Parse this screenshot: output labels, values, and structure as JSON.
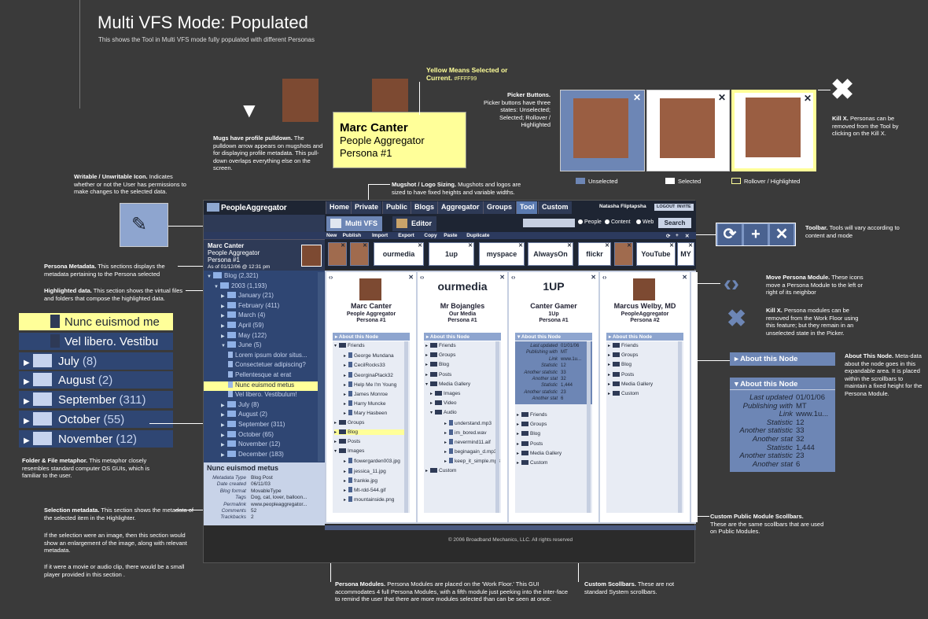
{
  "page": {
    "title": "Multi VFS Mode: Populated",
    "subtitle": "This shows the Tool in Multi VFS mode fully populated with different Personas"
  },
  "notes": {
    "yellow_means": "Yellow Means Selected or Current.",
    "yellow_hex": "#FFFF99",
    "picker_buttons_t": "Picker Buttons.",
    "picker_buttons": "Picker buttons have three states: Unselected; Selected; Rollover / Highlighted",
    "kill_x_t": "Kill X.",
    "kill_x": "Personas can be removed from the Tool by clicking on the Kill X.",
    "mugs_t": "Mugs have profile pulldown.",
    "mugs": "The pulldown arrow appears on mugshots and for displaying profile metadata. This pull-down overlaps everything else on the screen.",
    "writable_t": "Writable / Unwritable Icon.",
    "writable": "Indicates whether or not the User has permissions to make changes to the selected data.",
    "mugshot_sizing_t": "Mugshot / Logo Sizing.",
    "mugshot_sizing": "Mugshots and logos are sized to have fixed heights and variable widths.",
    "toolbar_t": "Toolbar.",
    "toolbar": "Tools will vary according to content and mode",
    "persona_meta_t": "Persona Metadata.",
    "persona_meta": "This sections displays the metadata pertaining to the Persona selected",
    "highlighted_t": "Highlighted data.",
    "highlighted": "This section shows the virtual files and folders that compose the highlighted data.",
    "move_t": "Move Persona Module.",
    "move": "These icons move a Persona Module to the left or right of its neighbor",
    "killx2_t": "Kill X.",
    "killx2": "Persona modules can be removed from the Work Floor using this feature; but they remain in an unselected state in the Picker.",
    "about_t": "About This Node.",
    "about": "Meta-data about the node goes in this expandable area. It is placed within the scrollbars to maintain a fixed height for the Persona Module.",
    "folder_t": "Folder & File metaphor.",
    "folder": "This metaphor closely resembles standard computer OS GUIs, which is familiar to the user.",
    "selection_t": "Selection metadata.",
    "selection": "This section shows the metadata of the selected item in the Highlighter.",
    "selection2": "If the selection were an image, then this section would show an enlargement of the image, along with relevant metadata.",
    "selection3": "If it were a movie or audio clip, there would be a small player provided in this section .",
    "custom_pub_t": "Custom Public Module Scollbars.",
    "custom_pub": "These are the same scollbars that are used on Public Modules.",
    "persona_modules_t": "Persona Modules.",
    "persona_modules": "Persona Modules are placed on the 'Work Floor.' This GUI accommodates 4 full Persona Modules, with a fifth module just peeking into the inter-face to remind the user that there are more modules selected than can be seen at once.",
    "custom_scroll_t": "Custom Scollbars.",
    "custom_scroll": "These are not standard System scrollbars."
  },
  "yellowcard": {
    "name": "Marc Canter",
    "line1": "People Aggregator",
    "line2": "Persona #1"
  },
  "picker_states": {
    "unselected": "Unselected",
    "selected": "Selected",
    "rollover": "Rollover / Highlighted"
  },
  "about_node": {
    "header": "About this Node",
    "rows": [
      {
        "k": "Last updated",
        "v": "01/01/06"
      },
      {
        "k": "Publishing with",
        "v": "MT"
      },
      {
        "k": "Link",
        "v": "www.1u..."
      },
      {
        "k": "Statistic",
        "v": "12"
      },
      {
        "k": "Another statistic",
        "v": "33"
      },
      {
        "k": "Another stat",
        "v": "32"
      },
      {
        "k": "Statistic",
        "v": "1,444"
      },
      {
        "k": "Another statistic",
        "v": "23"
      },
      {
        "k": "Another stat",
        "v": "6"
      }
    ]
  },
  "app": {
    "logo": "PeopleAggregator",
    "nav": [
      "Home",
      "Private",
      "Public",
      "Blogs",
      "Aggregator",
      "Groups",
      "Tool",
      "Custom"
    ],
    "user": "Natasha Fliptapsha",
    "logout": "LOGOUT",
    "invite": "INVITE",
    "mode_tabs": [
      "Multi VFS",
      "Editor"
    ],
    "radios": [
      "People",
      "Content",
      "Web"
    ],
    "search_btn": "Search",
    "tools": [
      "New",
      "Publish",
      "Import",
      "Export",
      "Copy",
      "Paste",
      "Duplicate"
    ],
    "persona": {
      "name": "Marc Canter",
      "l1": "People Aggregator",
      "l2": "Persona #1",
      "date": "As of 01/12/06 @ 12:31 pm"
    },
    "picker_logos": [
      "ourmedia",
      "1up",
      "myspace",
      "AlwaysOn",
      "flickr",
      "YouTube",
      "MY"
    ],
    "tree": [
      {
        "t": "Blog",
        "c": "(2,321)",
        "lvl": 0,
        "k": "f",
        "open": true
      },
      {
        "t": "2003",
        "c": "(1,193)",
        "lvl": 1,
        "k": "f",
        "open": true
      },
      {
        "t": "January",
        "c": "(21)",
        "lvl": 2,
        "k": "f"
      },
      {
        "t": "February",
        "c": "(411)",
        "lvl": 2,
        "k": "f"
      },
      {
        "t": "March",
        "c": "(4)",
        "lvl": 2,
        "k": "f"
      },
      {
        "t": "April",
        "c": "(59)",
        "lvl": 2,
        "k": "f"
      },
      {
        "t": "May",
        "c": "(122)",
        "lvl": 2,
        "k": "f"
      },
      {
        "t": "June",
        "c": "(5)",
        "lvl": 2,
        "k": "f",
        "open": true
      },
      {
        "t": "Lorem ipsum dolor situs...",
        "c": "",
        "lvl": 3,
        "k": "d"
      },
      {
        "t": "Consectetuer adipiscing?",
        "c": "",
        "lvl": 3,
        "k": "d"
      },
      {
        "t": "Pellentesque at erat",
        "c": "",
        "lvl": 3,
        "k": "d"
      },
      {
        "t": "Nunc euismod metus",
        "c": "",
        "lvl": 3,
        "k": "d",
        "sel": true
      },
      {
        "t": "Vel libero. Vestibulum!",
        "c": "",
        "lvl": 3,
        "k": "d"
      },
      {
        "t": "July",
        "c": "(8)",
        "lvl": 2,
        "k": "f"
      },
      {
        "t": "August",
        "c": "(2)",
        "lvl": 2,
        "k": "f"
      },
      {
        "t": "September",
        "c": "(311)",
        "lvl": 2,
        "k": "f"
      },
      {
        "t": "October",
        "c": "(65)",
        "lvl": 2,
        "k": "f"
      },
      {
        "t": "November",
        "c": "(12)",
        "lvl": 2,
        "k": "f"
      },
      {
        "t": "December",
        "c": "(183)",
        "lvl": 2,
        "k": "f"
      }
    ],
    "selmeta": {
      "title": "Nunc euismod metus",
      "rows": [
        {
          "k": "Metadata Type",
          "v": "Blog Post"
        },
        {
          "k": "Date created",
          "v": "06/11/03"
        },
        {
          "k": "Blog format",
          "v": "MovableType"
        },
        {
          "k": "Tags",
          "v": "Dog, cat, lover, balloon..."
        },
        {
          "k": "Permalink",
          "v": "www.peopleaggregator..."
        },
        {
          "k": "Comments",
          "v": "52"
        },
        {
          "k": "Trackbacks",
          "v": "2"
        }
      ]
    },
    "modules": [
      {
        "name": "Marc Canter",
        "s1": "People Aggregator",
        "s2": "Persona #1",
        "logo": "",
        "about": "About this Node",
        "files": [
          {
            "t": "Friends",
            "k": "f",
            "o": true
          },
          {
            "t": "George Mundana",
            "k": "d"
          },
          {
            "t": "CecilRocks33",
            "k": "d"
          },
          {
            "t": "GeorginaPlack32",
            "k": "d"
          },
          {
            "t": "Help Me I'm Young",
            "k": "d"
          },
          {
            "t": "James Monroe",
            "k": "d"
          },
          {
            "t": "Harry Muncke",
            "k": "d"
          },
          {
            "t": "Mary Hasbeen",
            "k": "d"
          },
          {
            "t": "Groups",
            "k": "f"
          },
          {
            "t": "Blog",
            "k": "f",
            "hl": true
          },
          {
            "t": "Posts",
            "k": "f"
          },
          {
            "t": "Images",
            "k": "f",
            "o": true
          },
          {
            "t": "flowergarden003.jpg",
            "k": "d"
          },
          {
            "t": "jessica_11.jpg",
            "k": "d"
          },
          {
            "t": "frankie.jpg",
            "k": "d"
          },
          {
            "t": "Mt-rdd-544.gif",
            "k": "d"
          },
          {
            "t": "mountainside.png",
            "k": "d"
          }
        ]
      },
      {
        "name": "Mr Bojangles",
        "s1": "Our Media",
        "s2": "Persona #1",
        "logo": "ourmedia",
        "about": "About this Node",
        "files": [
          {
            "t": "Friends",
            "k": "f"
          },
          {
            "t": "Groups",
            "k": "f"
          },
          {
            "t": "Blog",
            "k": "f"
          },
          {
            "t": "Posts",
            "k": "f"
          },
          {
            "t": "Media Gallery",
            "k": "f",
            "o": true
          },
          {
            "t": "Images",
            "k": "f"
          },
          {
            "t": "Video",
            "k": "f"
          },
          {
            "t": "Audio",
            "k": "f",
            "o": true
          },
          {
            "t": "understand.mp3",
            "k": "d"
          },
          {
            "t": "im_bored.wav",
            "k": "d"
          },
          {
            "t": "nevermind11.aif",
            "k": "d"
          },
          {
            "t": "beginagain_d.mp3",
            "k": "d"
          },
          {
            "t": "keep_it_simple.mp3",
            "k": "d"
          },
          {
            "t": "Custom",
            "k": "f"
          }
        ]
      },
      {
        "name": "Canter Gamer",
        "s1": "1Up",
        "s2": "Persona #1",
        "logo": "1UP",
        "about": "About this Node",
        "files": [
          {
            "t": "Friends",
            "k": "f"
          },
          {
            "t": "Groups",
            "k": "f"
          },
          {
            "t": "Blog",
            "k": "f"
          },
          {
            "t": "Posts",
            "k": "f"
          },
          {
            "t": "Media Gallery",
            "k": "f"
          },
          {
            "t": "Custom",
            "k": "f"
          }
        ]
      },
      {
        "name": "Marcus Welby, MD",
        "s1": "PeopleAggregator",
        "s2": "Persona #2",
        "logo": "",
        "about": "About this Node",
        "files": [
          {
            "t": "Friends",
            "k": "f"
          },
          {
            "t": "Groups",
            "k": "f"
          },
          {
            "t": "Blog",
            "k": "f"
          },
          {
            "t": "Posts",
            "k": "f"
          },
          {
            "t": "Media Gallery",
            "k": "f"
          },
          {
            "t": "Custom",
            "k": "f"
          }
        ]
      }
    ],
    "copyright": "© 2006 Broadband Mechanics, LLC. All rights reserved"
  },
  "zoom": {
    "rows": [
      {
        "t": "Nunc euismod me",
        "k": "d",
        "sel": true
      },
      {
        "t": "Vel libero. Vestibu",
        "k": "d"
      },
      {
        "t": "July",
        "c": "(8)",
        "k": "f"
      },
      {
        "t": "August",
        "c": "(2)",
        "k": "f"
      },
      {
        "t": "September",
        "c": "(311)",
        "k": "f"
      },
      {
        "t": "October",
        "c": "(55)",
        "k": "f"
      },
      {
        "t": "November",
        "c": "(12)",
        "k": "f"
      }
    ]
  },
  "colors": {
    "accent": "#6d86b5",
    "dark": "#1e2533",
    "yellow": "#ffff99",
    "bg": "#3a3a3a"
  }
}
